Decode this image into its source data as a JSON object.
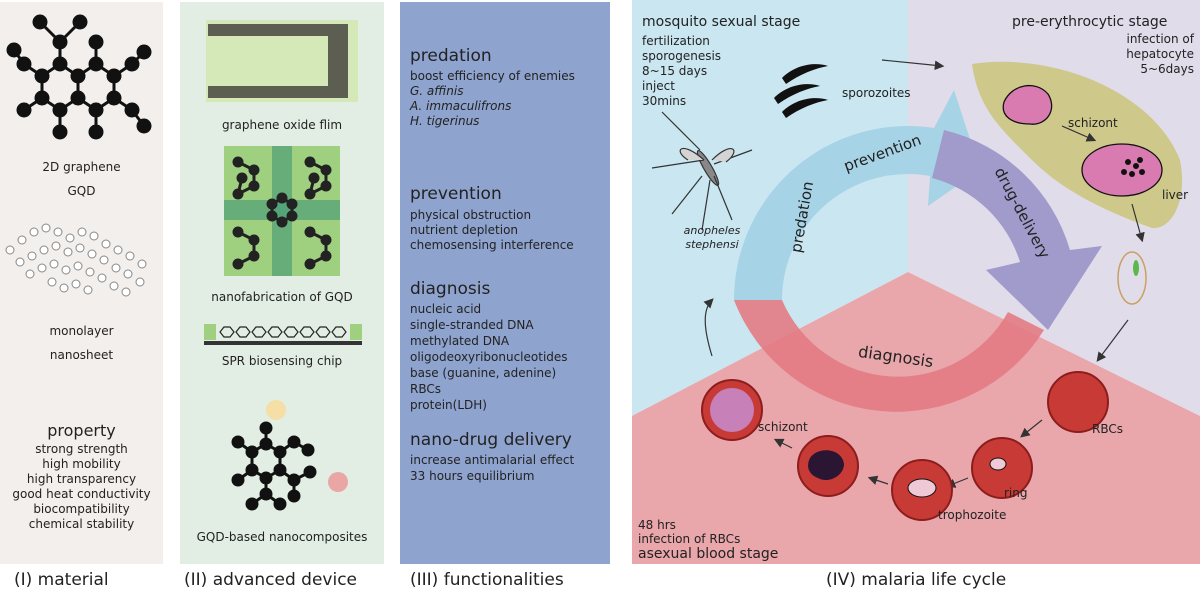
{
  "material": {
    "label_2d": "2D graphene",
    "label_gqd": "GQD",
    "label_monolayer": "monolayer",
    "label_nanosheet": "nanosheet",
    "property_title": "property",
    "properties": [
      "strong strength",
      "high mobility",
      "high transparency",
      "good heat conductivity",
      "biocompatibility",
      "chemical stability"
    ]
  },
  "device": {
    "graphene_oxide": "graphene oxide flim",
    "nanofabrication": "nanofabrication of GQD",
    "spr": "SPR biosensing chip",
    "composites": "GQD-based nanocomposites"
  },
  "functionalities": {
    "predation_title": "predation",
    "predation_items": [
      "boost efficiency of enemies",
      "G. affinis",
      "A. immaculifrons",
      "H. tigerinus"
    ],
    "prevention_title": "prevention",
    "prevention_items": [
      "physical obstruction",
      "nutrient depletion",
      "chemosensing interference"
    ],
    "diagnosis_title": "diagnosis",
    "diagnosis_items": [
      "nucleic acid",
      "single-stranded DNA",
      "methylated DNA",
      "oligodeoxyribonucleotides",
      "base (guanine, adenine)",
      "RBCs",
      "protein(LDH)"
    ],
    "delivery_title": "nano-drug delivery",
    "delivery_items": [
      "increase antimalarial effect",
      "33 hours equilibrium"
    ]
  },
  "lifecycle": {
    "mosquito_title": "mosquito sexual stage",
    "mosquito_lines": [
      "fertilization",
      "sporogenesis",
      "8~15 days",
      "inject",
      "30mins"
    ],
    "sporozoites": "sporozoites",
    "anopheles_1": "anopheles",
    "anopheles_2": "stephensi",
    "pre_title": "pre-erythrocytic stage",
    "pre_lines": [
      "infection of",
      "hepatocyte",
      "5~6days"
    ],
    "schizont_liver": "schizont",
    "liver": "liver",
    "rbcs": "RBCs",
    "ring": "ring",
    "trophozoite": "trophozoite",
    "schizont_blood": "schizont",
    "blood_lines": [
      "48 hrs",
      "infection of RBCs"
    ],
    "blood_title": "asexual blood stage",
    "arrow_prevention": "prevention",
    "arrow_predation": "predation",
    "arrow_drug": "drug-delivery",
    "arrow_diagnosis": "diagnosis"
  },
  "captions": {
    "c1": "(I) material",
    "c2": "(II) advanced device",
    "c3": "(III) functionalities",
    "c4": "(IV) malaria life cycle"
  },
  "colors": {
    "panel_material": "#f3efec",
    "panel_device": "#e2eee3",
    "panel_functionalities": "#8fa3cf",
    "mosquito_bg": "#c9e6f1",
    "pre_bg": "#e0dcea",
    "blood_bg": "#e9a6ab",
    "arrow_blue": "#a7d3e6",
    "arrow_purple": "#a09bcb",
    "arrow_red": "#e37b83",
    "rbc": "#c83a35",
    "liver": "#cfc88b"
  }
}
